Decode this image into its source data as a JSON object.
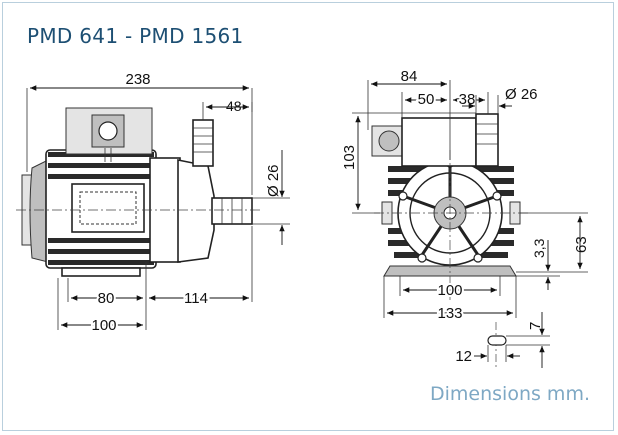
{
  "title": "PMD 641 - PMD 1561",
  "footer": "Dimensions mm.",
  "dimensions": {
    "side_total_length": "238",
    "side_outlet_offset": "48",
    "side_pipe_diameter": "Ø 26",
    "side_foot_to_outlet": "80",
    "side_foot_to_end": "114",
    "side_foot_length": "100",
    "front_width_84": "84",
    "front_width_50": "50",
    "front_width_38": "38",
    "front_pipe_diameter": "Ø 26",
    "front_height_103": "103",
    "front_height_63": "63",
    "front_foot_thickness": "3,3",
    "front_foot_holes": "100",
    "front_base_width": "133",
    "slot_height": "7",
    "slot_length": "12"
  },
  "colors": {
    "title": "#1d4f73",
    "footer": "#7ea8c4",
    "frame": "#b9cfdd"
  }
}
